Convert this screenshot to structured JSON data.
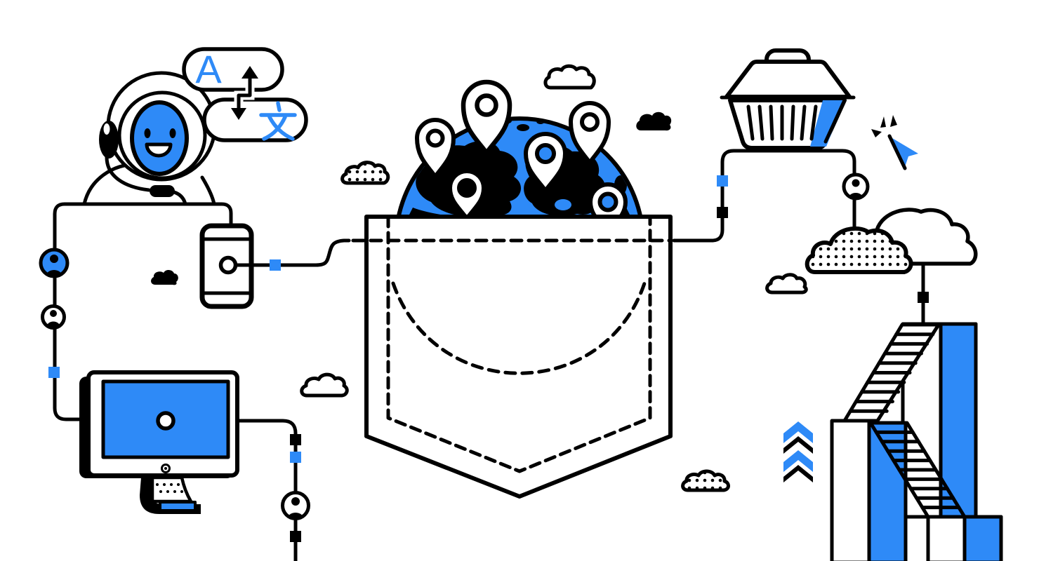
{
  "illustration": {
    "background_color": "#FFFFFF",
    "accent_color": "#2E8AF7",
    "ink_color": "#000000",
    "translation_bubble": {
      "source_char": "A",
      "target_char": "文"
    },
    "scene_elements": [
      "robot-support-agent",
      "language-swap-bubble",
      "globe-with-location-pins",
      "shirt-pocket",
      "smartphone",
      "desktop-monitor",
      "receipt-printer",
      "shopping-basket",
      "click-cursor",
      "user-avatar-nodes",
      "network-wires",
      "cloud-network",
      "stairs-and-buildings",
      "upload-chevrons",
      "clouds"
    ]
  }
}
